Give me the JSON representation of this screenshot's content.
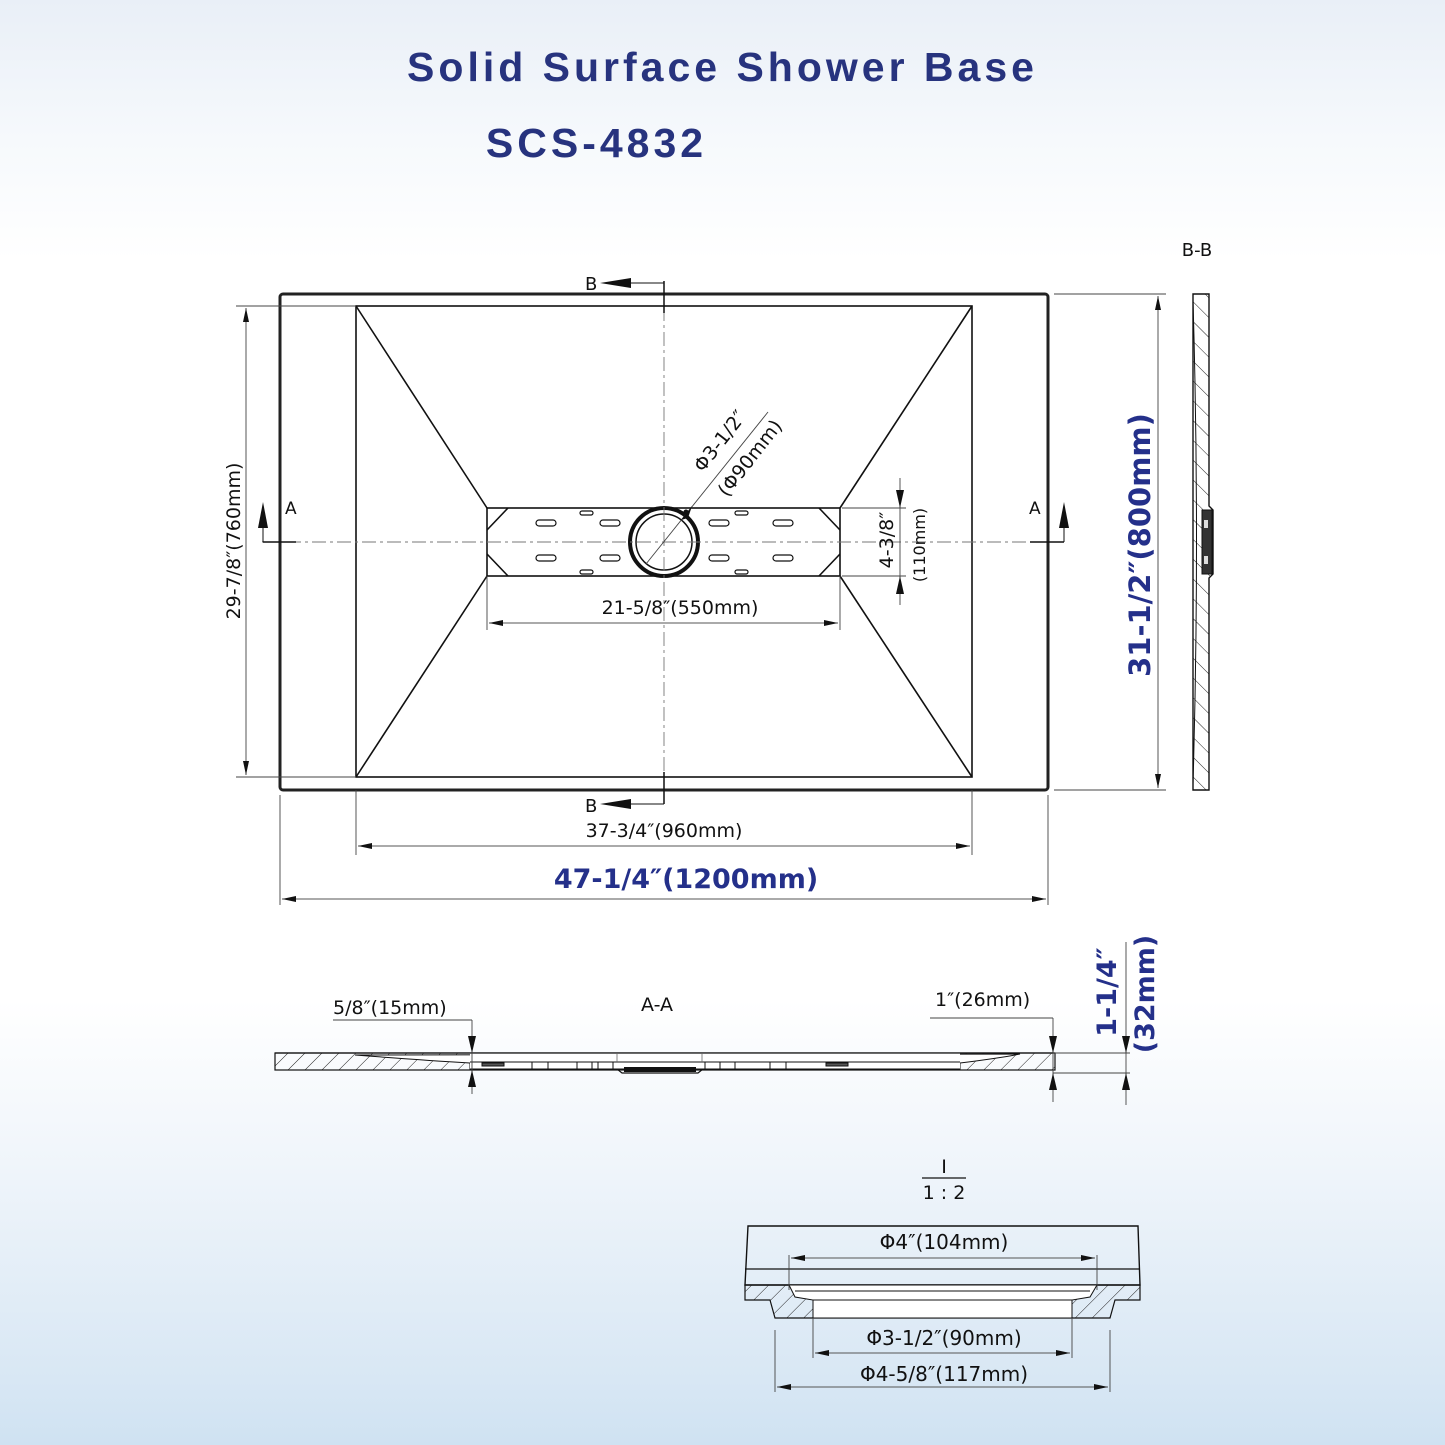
{
  "header": {
    "title": "Solid Surface Shower Base",
    "model": "SCS-4832"
  },
  "colors": {
    "accent": "#27337e",
    "line": "#111111",
    "bg_top": "#e9eff7",
    "bg_bottom": "#cfe2f2"
  },
  "plan_view": {
    "section_markers": {
      "a_left": "A",
      "a_right": "A",
      "b_top": "B",
      "b_bottom": "B"
    },
    "dimensions": {
      "overall_width": "47-1/4″(1200mm)",
      "inner_width": "37-3/4″(960mm)",
      "overall_depth": "31-1/2″(800mm)",
      "inner_depth": "29-7/8″(760mm)",
      "drain_channel_length": "21-5/8″(550mm)",
      "drain_channel_width_in": "4-3/8″",
      "drain_channel_width_mm": "(110mm)",
      "drain_diameter_in": "Φ3-1/2″",
      "drain_diameter_mm": "(Φ90mm)"
    }
  },
  "section_bb": {
    "label": "B-B"
  },
  "section_aa": {
    "label": "A-A",
    "edge_thickness_left": "5/8″(15mm)",
    "edge_thickness_right": "1″(26mm)",
    "total_height_in": "1-1/4″",
    "total_height_mm": "(32mm)"
  },
  "detail_i": {
    "label": "I",
    "scale": "1 : 2",
    "flange_diameter": "Φ4″(104mm)",
    "bore_diameter": "Φ3-1/2″(90mm)",
    "outer_diameter": "Φ4-5/8″(117mm)"
  }
}
